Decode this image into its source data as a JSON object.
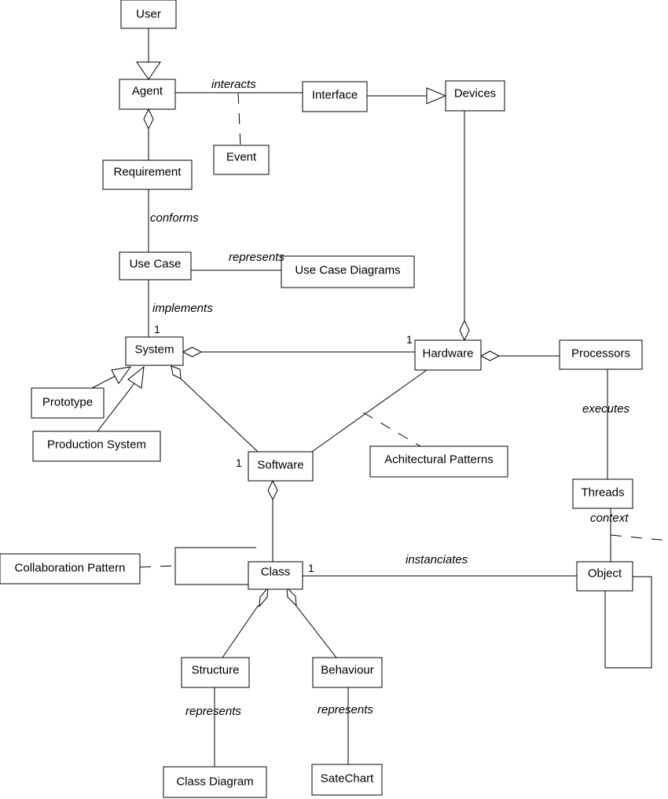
{
  "classes": {
    "user": "User",
    "agent": "Agent",
    "interface": "Interface",
    "devices": "Devices",
    "event": "Event",
    "requirement": "Requirement",
    "use_case": "Use Case",
    "use_case_diagrams": "Use Case Diagrams",
    "system": "System",
    "hardware": "Hardware",
    "processors": "Processors",
    "prototype": "Prototype",
    "production_system": "Production System",
    "software": "Software",
    "architectural_patterns": "Achitectural Patterns",
    "threads": "Threads",
    "collaboration_pattern": "Collaboration Pattern",
    "class": "Class",
    "object": "Object",
    "structure": "Structure",
    "behaviour": "Behaviour",
    "class_diagram": "Class Diagram",
    "statechart": "SateChart"
  },
  "associations": {
    "interacts": "interacts",
    "conforms": "conforms",
    "represents_use_case": "represents",
    "implements": "implements",
    "executes": "executes",
    "context": "context",
    "instanciates": "instanciates",
    "represents_structure": "represents",
    "represents_behaviour": "represents"
  },
  "multiplicities": {
    "system": "1",
    "hardware": "1",
    "software": "1",
    "class": "1"
  }
}
